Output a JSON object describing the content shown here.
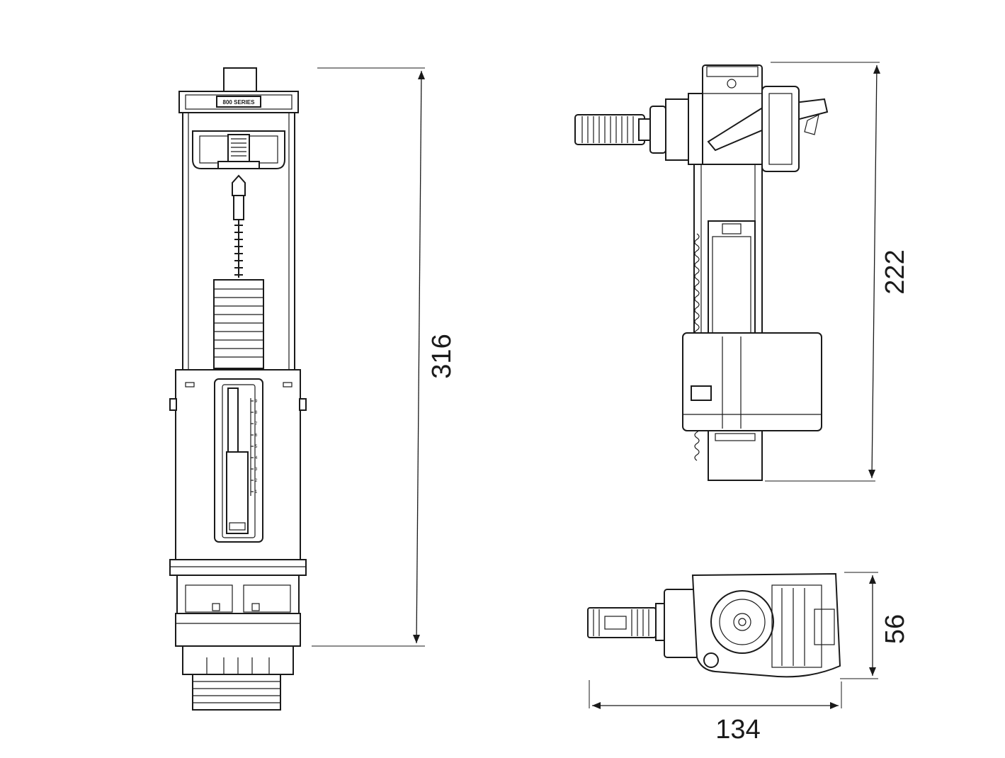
{
  "dimensions": {
    "valve_height": "316",
    "fill_valve_height": "222",
    "top_view_depth": "56",
    "top_view_length": "134"
  },
  "labels": {
    "series_plate": "800 SERIES"
  },
  "scale_marks": [
    "9",
    "8",
    "7",
    "6",
    "5",
    "4",
    "3",
    "2",
    "1"
  ],
  "colors": {
    "line": "#1a1a1a",
    "background": "#ffffff"
  }
}
